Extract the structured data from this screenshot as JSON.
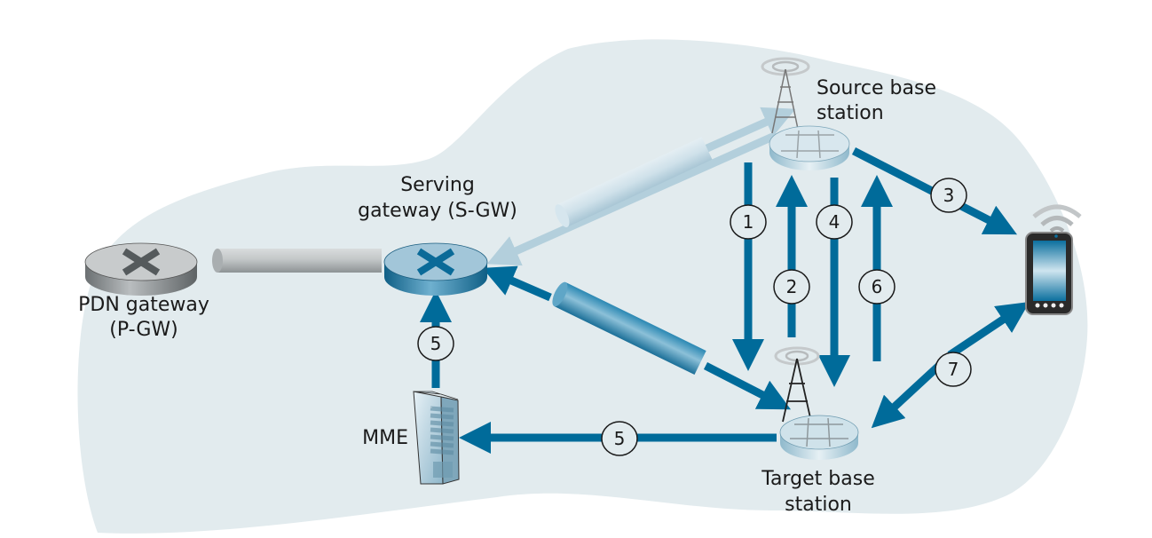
{
  "title": "LTE handover between source and target base stations",
  "colors": {
    "background_region": "#e2ebee",
    "arrow_primary": "#006b9a",
    "arrow_faded": "#b3cfdc",
    "router_gray": "#c8cbcc",
    "router_blue": "#9fc4d8",
    "base_station": "#cfe2ea",
    "step_badge_fill": "#e2ebee"
  },
  "nodes": {
    "pgw": {
      "label_line1": "PDN gateway",
      "label_line2": "(P-GW)",
      "icon": "router-icon"
    },
    "sgw": {
      "label_line1": "Serving",
      "label_line2": "gateway (S-GW)",
      "icon": "router-icon"
    },
    "source_bs": {
      "label_line1": "Source base",
      "label_line2": "station",
      "icon": "base-station-icon"
    },
    "target_bs": {
      "label_line1": "Target base",
      "label_line2": "station",
      "icon": "base-station-icon"
    },
    "mme": {
      "label": "MME",
      "icon": "server-icon"
    },
    "mobile": {
      "icon": "smartphone-icon"
    }
  },
  "links": [
    {
      "from": "pgw",
      "to": "sgw",
      "type": "tunnel"
    },
    {
      "from": "sgw",
      "to": "source_bs",
      "type": "tunnel",
      "state": "faded"
    },
    {
      "from": "sgw",
      "to": "target_bs",
      "type": "tunnel",
      "state": "active"
    }
  ],
  "steps": [
    {
      "number": "1",
      "from": "source_bs",
      "to": "target_bs"
    },
    {
      "number": "2",
      "from": "target_bs",
      "to": "source_bs"
    },
    {
      "number": "3",
      "from": "source_bs",
      "to": "mobile"
    },
    {
      "number": "4",
      "from": "source_bs",
      "to": "target_bs"
    },
    {
      "number": "5",
      "from": "target_bs",
      "to": "mme"
    },
    {
      "number": "5",
      "from": "mme",
      "to": "sgw"
    },
    {
      "number": "6",
      "from": "target_bs",
      "to": "source_bs"
    },
    {
      "number": "7",
      "from": "mobile",
      "to": "target_bs",
      "bidirectional": true
    }
  ]
}
